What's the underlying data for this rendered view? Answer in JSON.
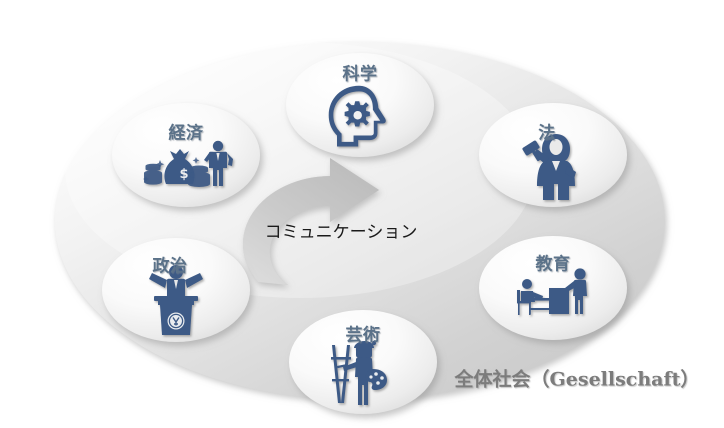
{
  "diagram": {
    "title_label": "全体社会（Gesellschaft）",
    "center": {
      "label": "コミュニケーション",
      "icon": "cycle-arrows-icon",
      "arrow_color": "#c9c9c9"
    },
    "background_shape": "large-ellipse",
    "background_color": "#d6d6d6",
    "node_color": "#f5f5f5",
    "accent_color": "#3c5a86",
    "label_color": "#5b7289"
  },
  "nodes": [
    {
      "id": "science",
      "label": "科学",
      "icon": "head-with-gear-icon",
      "position": "top-center"
    },
    {
      "id": "economy",
      "label": "経済",
      "icon": "money-bag-coins-businessman-icon",
      "position": "upper-left"
    },
    {
      "id": "law",
      "label": "法",
      "icon": "judge-with-gavel-icon",
      "position": "upper-right"
    },
    {
      "id": "politics",
      "label": "政治",
      "icon": "podium-speaker-icon",
      "position": "lower-left"
    },
    {
      "id": "education",
      "label": "教育",
      "icon": "teacher-and-student-desk-icon",
      "position": "lower-right"
    },
    {
      "id": "art",
      "label": "芸術",
      "icon": "painter-easel-palette-icon",
      "position": "bottom-center"
    }
  ]
}
